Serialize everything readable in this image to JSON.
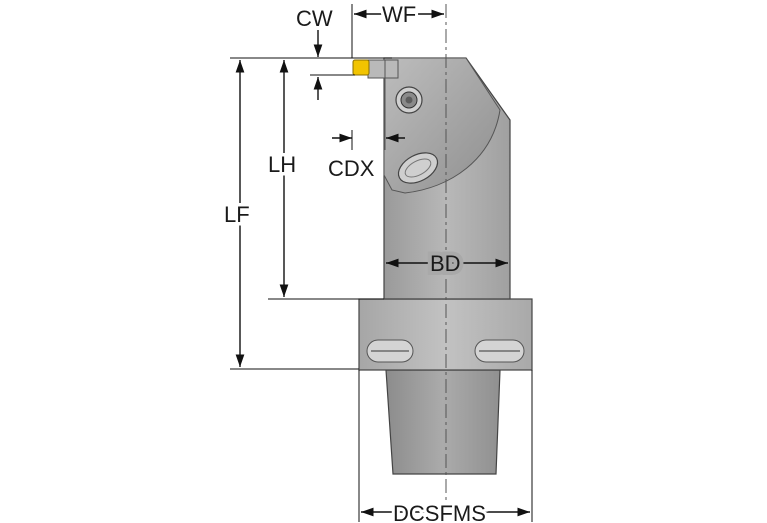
{
  "labels": {
    "cw": "CW",
    "wf": "WF",
    "lh": "LH",
    "lf": "LF",
    "cdx": "CDX",
    "bd": "BD",
    "dcsfms": "DCSFMS"
  },
  "colors": {
    "background": "#ffffff",
    "body_fill": "#a8a8a8",
    "body_dark": "#8e8e8e",
    "flange_fill": "#b3b3b3",
    "shank_fill": "#9a9a9a",
    "insert": "#f2c400",
    "dimension_line": "#111111"
  }
}
